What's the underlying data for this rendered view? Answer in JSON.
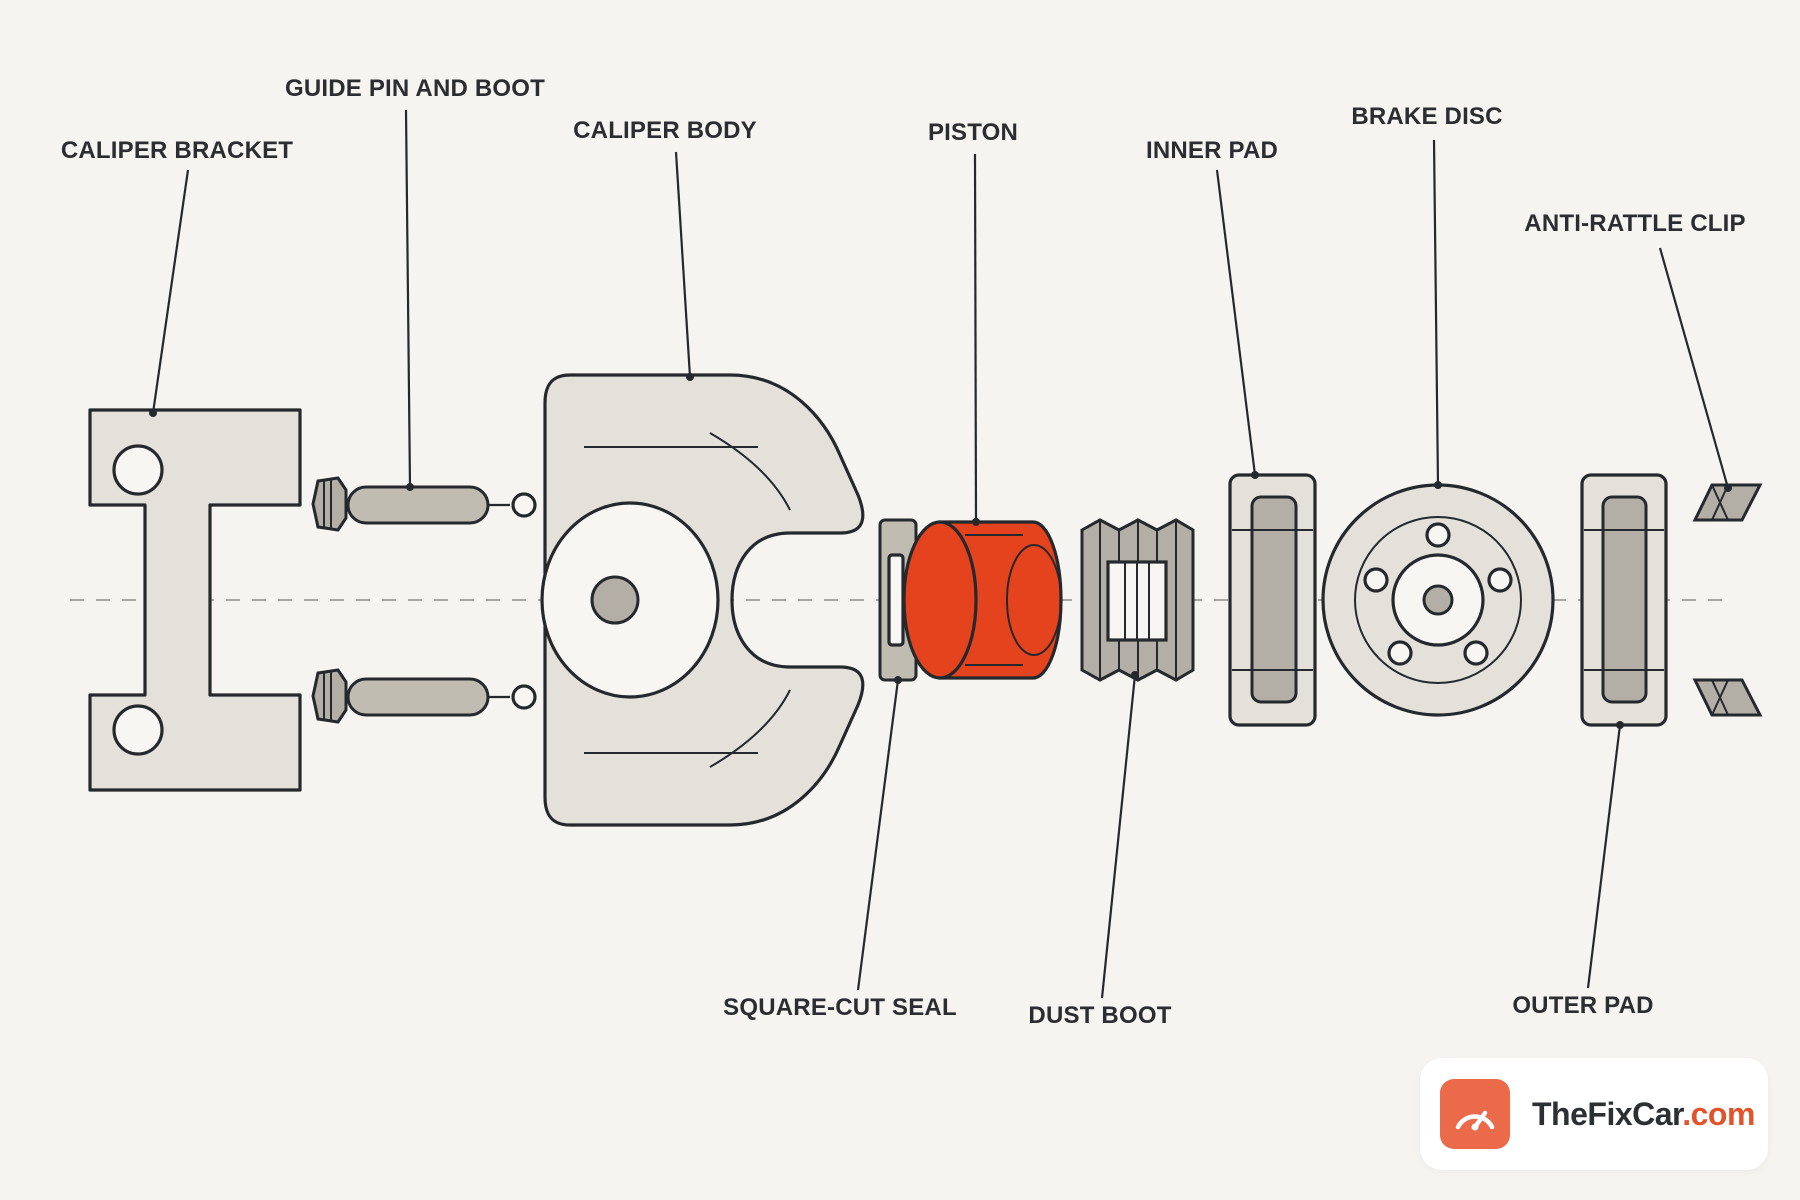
{
  "diagram": {
    "labels": {
      "caliper_bracket": "CALIPER BRACKET",
      "guide_pin_and_boot": "GUIDE PIN AND BOOT",
      "caliper_body": "CALIPER BODY",
      "piston": "PISTON",
      "inner_pad": "INNER PAD",
      "brake_disc": "BRAKE DISC",
      "anti_rattle_clip": "ANTI-RATTLE CLIP",
      "square_cut_seal": "SQUARE-CUT SEAL",
      "dust_boot": "DUST BOOT",
      "outer_pad": "OUTER PAD"
    },
    "colors": {
      "piston": "#e5431d",
      "part_fill": "#e3e1da",
      "outline": "#25282c",
      "background": "#f5f4f0"
    }
  },
  "brand": {
    "name": "TheFixCar",
    "tld": ".com",
    "icon": "gauge-icon",
    "color": "#e0542d"
  }
}
